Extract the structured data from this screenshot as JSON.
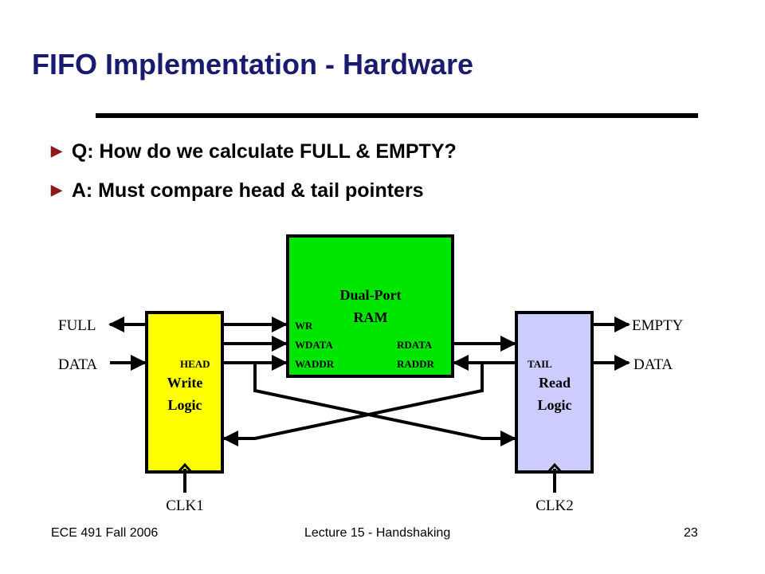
{
  "title": "FIFO Implementation - Hardware",
  "bullets": [
    "Q: How do we calculate FULL & EMPTY?",
    "A: Must compare head & tail pointers"
  ],
  "diagram": {
    "ram": {
      "label_line1": "Dual-Port",
      "label_line2": "RAM",
      "ports_left": [
        "WR",
        "WDATA",
        "WADDR"
      ],
      "ports_right": [
        "RDATA",
        "RADDR"
      ],
      "color": "#00e600"
    },
    "write_logic": {
      "label_line1": "Write",
      "label_line2": "Logic",
      "pointer": "HEAD",
      "color": "#ffff00"
    },
    "read_logic": {
      "label_line1": "Read",
      "label_line2": "Logic",
      "pointer": "TAIL",
      "color": "#ccccff"
    },
    "signals": {
      "full": "FULL",
      "data_in": "DATA",
      "empty": "EMPTY",
      "data_out": "DATA",
      "clk1": "CLK1",
      "clk2": "CLK2"
    }
  },
  "footer": {
    "course": "ECE 491 Fall 2006",
    "lecture": "Lecture 15 - Handshaking",
    "page": "23"
  }
}
